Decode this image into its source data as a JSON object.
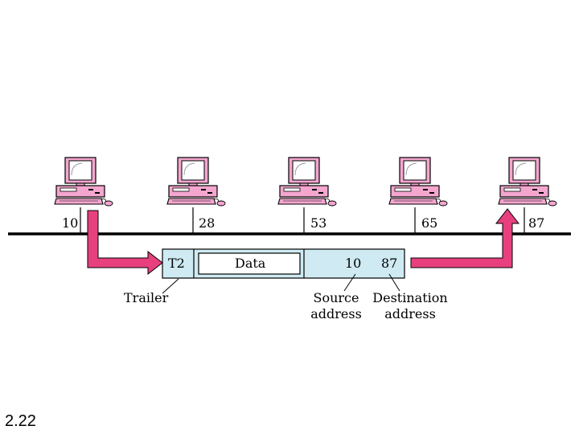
{
  "stations": [
    {
      "address": "10"
    },
    {
      "address": "28"
    },
    {
      "address": "53"
    },
    {
      "address": "65"
    },
    {
      "address": "87"
    }
  ],
  "frame": {
    "trailer": "T2",
    "data": "Data",
    "source": "10",
    "destination": "87"
  },
  "labels": {
    "trailer": "Trailer",
    "source_line1": "Source",
    "source_line2": "address",
    "dest_line1": "Destination",
    "dest_line2": "address"
  },
  "slide_number": "2.22",
  "colors": {
    "arrow": "#e8407f",
    "computer": "#f4a6cf",
    "frame_fill": "#cfeaf2",
    "bus": "#000000"
  },
  "icons": [
    "computer-icon",
    "arrow-icon"
  ]
}
